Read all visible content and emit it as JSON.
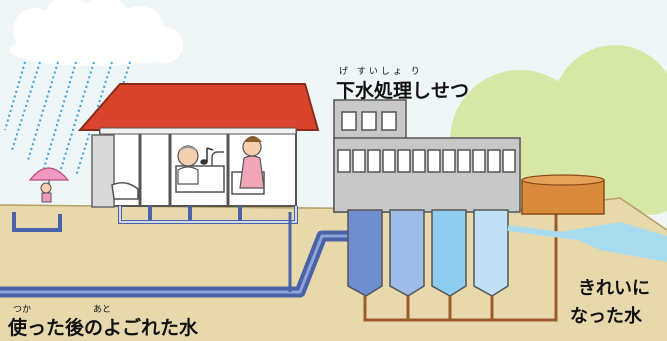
{
  "labels": {
    "plant": {
      "text": "下水処理しせつ",
      "ruby": "げ すいしょ り"
    },
    "used_water": {
      "text": "使った後のよごれた水",
      "ruby_1": "つか",
      "ruby_2": "あと"
    },
    "clean_water": {
      "line_1": "きれいに",
      "line_2": "なった水"
    }
  },
  "colors": {
    "sky": "#eef6f8",
    "hill": "#d7e8a6",
    "ground": "#e8d9ad",
    "roof": "#d8452c",
    "pipe_blue": "#4a62a8",
    "pipe_brown": "#9b5a2a",
    "tank_dark": "#6f8ed0",
    "tank_light": "#bfe0f5",
    "building_gray": "#c8c8c8",
    "clean_water": "#a9dcef"
  },
  "icons": [
    "cloud",
    "rain",
    "house",
    "child-umbrella",
    "grandpa",
    "woman-cooking",
    "music-note",
    "faucet",
    "toilet",
    "treatment-plant",
    "settling-tanks",
    "storage-tank"
  ]
}
